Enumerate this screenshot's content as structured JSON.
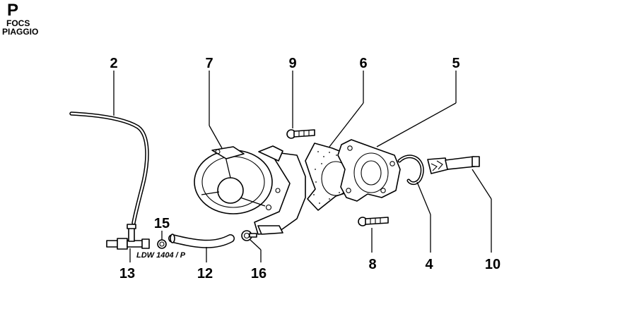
{
  "header": {
    "letter": "P",
    "line1": "FOCS",
    "line2": "PIAGGIO"
  },
  "reference_code": "LDW 1404 / P",
  "callouts": {
    "c2": "2",
    "c4": "4",
    "c5": "5",
    "c6": "6",
    "c7": "7",
    "c8": "8",
    "c9": "9",
    "c10": "10",
    "c12": "12",
    "c13": "13",
    "c15": "15",
    "c16": "16"
  }
}
